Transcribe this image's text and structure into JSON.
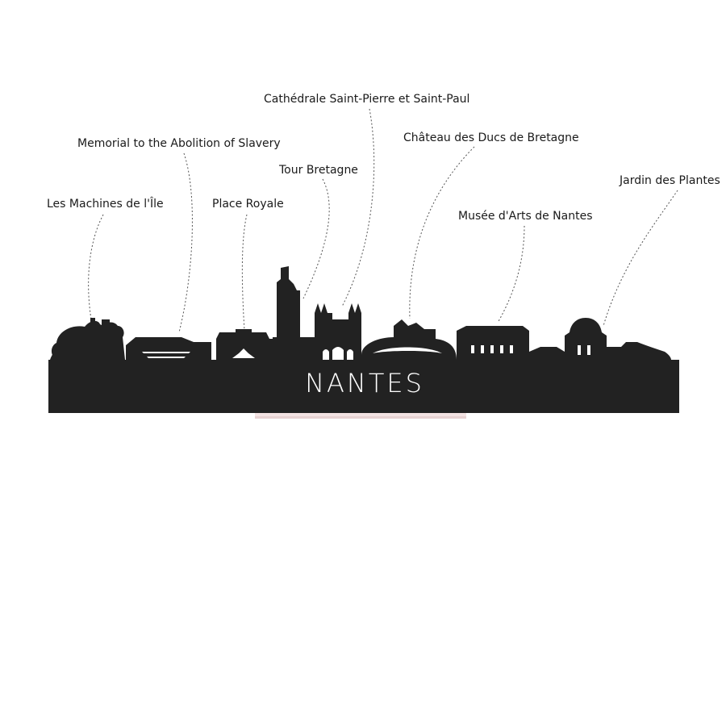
{
  "city_name": "NANTES",
  "landmarks": [
    {
      "id": "machines",
      "label": "Les Machines de l'Île"
    },
    {
      "id": "memorial",
      "label": "Memorial to the Abolition of Slavery"
    },
    {
      "id": "place",
      "label": "Place Royale"
    },
    {
      "id": "tour",
      "label": "Tour Bretagne"
    },
    {
      "id": "cathedrale",
      "label": "Cathédrale Saint-Pierre et Saint-Paul"
    },
    {
      "id": "chateau",
      "label": "Château des Ducs de Bretagne"
    },
    {
      "id": "musee",
      "label": "Musée d'Arts de Nantes"
    },
    {
      "id": "jardin",
      "label": "Jardin des Plantes"
    }
  ],
  "colors": {
    "silhouette": "#222222",
    "label_text": "#1a1a1a",
    "leader_line": "#555555",
    "stand": "#f3e3e3"
  }
}
